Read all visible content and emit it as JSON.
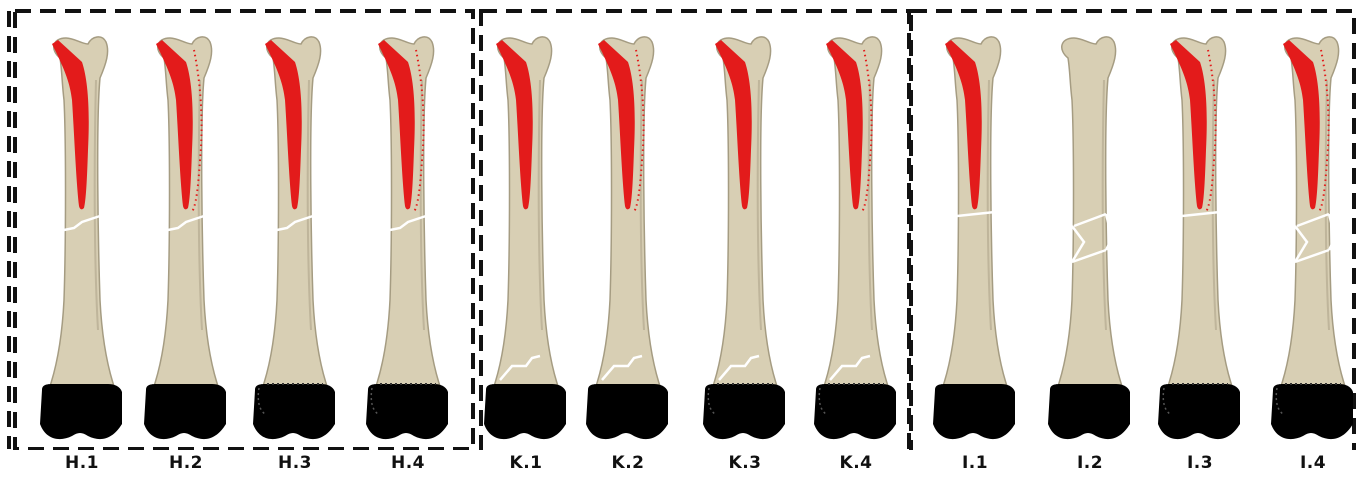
{
  "colors": {
    "bone": "#d8cfb4",
    "bone_shadow": "#a59c82",
    "implant": "#e31b1b",
    "condyle": "#000000",
    "fracture": "#ffffff",
    "frame": "#111111"
  },
  "groups": [
    {
      "id": "H",
      "panels": [
        {
          "label": "H.1",
          "implant": "solid",
          "fracture": "proximal",
          "dotted_implant": false,
          "dotted_condyle": false,
          "condyle_cap": false
        },
        {
          "label": "H.2",
          "implant": "solid",
          "fracture": "proximal",
          "dotted_implant": true,
          "dotted_condyle": false,
          "condyle_cap": false
        },
        {
          "label": "H.3",
          "implant": "solid",
          "fracture": "proximal",
          "dotted_implant": false,
          "dotted_condyle": true,
          "condyle_cap": true
        },
        {
          "label": "H.4",
          "implant": "solid",
          "fracture": "proximal",
          "dotted_implant": true,
          "dotted_condyle": true,
          "condyle_cap": true
        }
      ]
    },
    {
      "id": "K",
      "panels": [
        {
          "label": "K.1",
          "implant": "solid",
          "fracture": "distal",
          "dotted_implant": false,
          "dotted_condyle": false,
          "condyle_cap": false
        },
        {
          "label": "K.2",
          "implant": "solid",
          "fracture": "distal",
          "dotted_implant": true,
          "dotted_condyle": false,
          "condyle_cap": false
        },
        {
          "label": "K.3",
          "implant": "solid",
          "fracture": "distal",
          "dotted_implant": false,
          "dotted_condyle": true,
          "condyle_cap": true
        },
        {
          "label": "K.4",
          "implant": "solid",
          "fracture": "distal",
          "dotted_implant": true,
          "dotted_condyle": true,
          "condyle_cap": true
        }
      ]
    },
    {
      "id": "I",
      "panels": [
        {
          "label": "I.1",
          "implant": "solid",
          "fracture": "proximal-simple",
          "dotted_implant": false,
          "dotted_condyle": false,
          "condyle_cap": false
        },
        {
          "label": "I.2",
          "implant": "none",
          "fracture": "proximal-wedge",
          "dotted_implant": false,
          "dotted_condyle": false,
          "condyle_cap": false
        },
        {
          "label": "I.3",
          "implant": "solid",
          "fracture": "proximal-simple",
          "dotted_implant": true,
          "dotted_condyle": true,
          "condyle_cap": true
        },
        {
          "label": "I.4",
          "implant": "solid",
          "fracture": "proximal-wedge",
          "dotted_implant": true,
          "dotted_condyle": true,
          "condyle_cap": true
        }
      ]
    }
  ]
}
